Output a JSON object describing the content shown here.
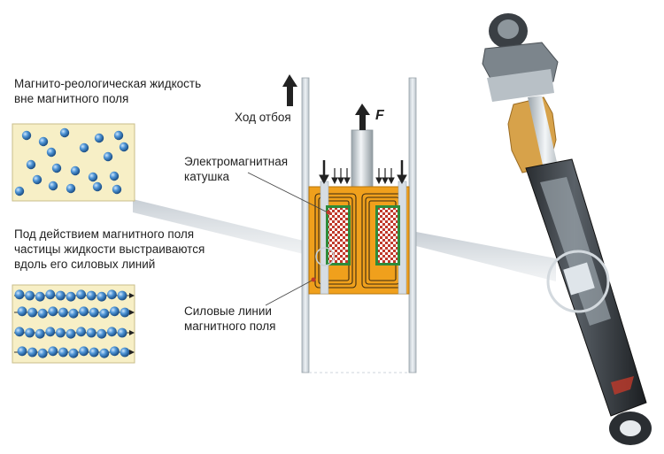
{
  "labels": {
    "fluid_no_field_line1": "Магнито-реологическая жидкость",
    "fluid_no_field_line2": "вне магнитного поля",
    "fluid_field_line1": "Под действием магнитного поля",
    "fluid_field_line2": "частицы жидкости выстраиваются",
    "fluid_field_line3": "вдоль его силовых линий",
    "rebound": "Ход отбоя",
    "force": "F",
    "coil_line1": "Электромагнитная",
    "coil_line2": "катушка",
    "field_lines_line1": "Силовые линии",
    "field_lines_line2": "магнитного поля"
  },
  "colors": {
    "fluid_bg": "#f7efc6",
    "particle": "#3f84c9",
    "coil_body": "#f0a01c",
    "coil_winding": "#c0392b",
    "cylinder_wall": "#cdd5db"
  }
}
